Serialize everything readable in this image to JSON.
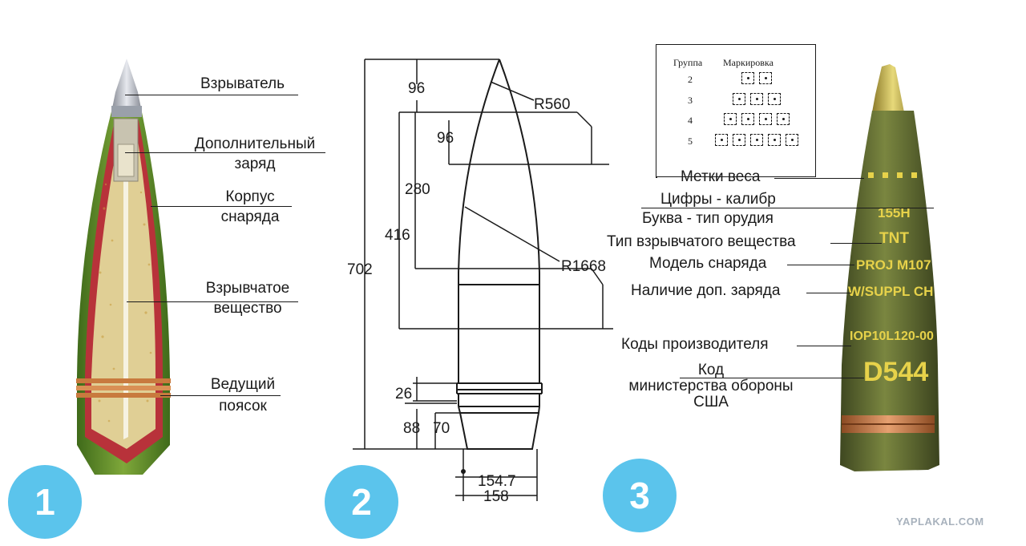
{
  "panel1": {
    "badge": "1",
    "labels": {
      "fuze": "Взрыватель",
      "supplementary_charge_line1": "Дополнительный",
      "supplementary_charge_line2": "заряд",
      "body_line1": "Корпус",
      "body_line2": "снаряда",
      "explosive_line1": "Взрывчатое",
      "explosive_line2": "вещество",
      "band_line1": "Ведущий",
      "band_line2": "поясок"
    }
  },
  "panel2": {
    "badge": "2",
    "dimensions": {
      "d96_top": "96",
      "r560": "R560",
      "d96_inner": "96",
      "d280": "280",
      "d416": "416",
      "d702": "702",
      "r1668": "R1668",
      "d26": "26",
      "d88": "88",
      "d70": "70",
      "d154_7": "154.7",
      "d158": "158"
    }
  },
  "panel3": {
    "badge": "3",
    "legend": {
      "group_header": "Группа",
      "marking_header": "Маркировка",
      "rows": [
        {
          "group": "2",
          "marks": 2
        },
        {
          "group": "3",
          "marks": 3
        },
        {
          "group": "4",
          "marks": 4
        },
        {
          "group": "5",
          "marks": 5
        }
      ]
    },
    "labels": {
      "weight_marks": "Метки веса",
      "caliber_digits": "Цифры - калибр",
      "gun_letter": "Буква - тип орудия",
      "explosive_type": "Тип взрывчатого вещества",
      "projectile_model": "Модель снаряда",
      "supplementary_presence": "Наличие доп. заряда",
      "manufacturer_codes": "Коды производителя",
      "dod_code_line1": "Код",
      "dod_code_line2": "министерства обороны",
      "dod_code_line3": "США"
    },
    "shell_markings": {
      "caliber": "155H",
      "explosive": "TNT",
      "model": "PROJ M107",
      "supplementary": "W/SUPPL CH",
      "lot": "IOP10L120-00",
      "dodic": "D544"
    },
    "colors": {
      "shell_olive": "#5f6a2f",
      "marking_yellow": "#e7d24a",
      "band_copper": "#c0703a"
    }
  },
  "watermark": "YAPLAKAL.COM",
  "colors": {
    "badge_blue": "#5bc4ec",
    "panel1_body_green": "#5e8a2a",
    "panel1_cavity_red": "#b8323a",
    "panel1_explosive_tan": "#e0cf95"
  }
}
